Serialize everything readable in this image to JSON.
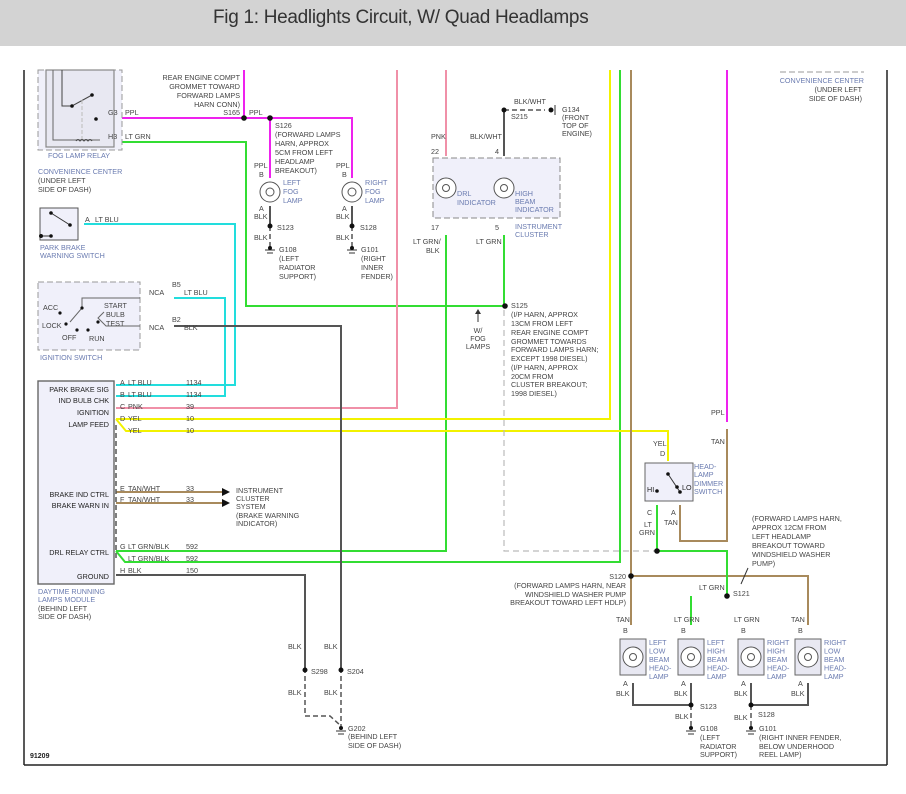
{
  "header": {
    "title": "Fig 1: Headlights Circuit, W/ Quad Headlamps"
  },
  "colors": {
    "ppl": "#ee22ee",
    "lt_grn": "#33dd33",
    "lt_blu": "#22dddd",
    "pnk": "#f090a8",
    "yel": "#f2f200",
    "tan": "#a88a5c",
    "blk": "#555555",
    "dash": "#aaaaaa",
    "component_fill": "#f0f0fa",
    "component_label": "#6a7bb0"
  },
  "fog_lamp_relay": {
    "name": "FOG LAMP RELAY",
    "location_name": "CONVENIENCE CENTER",
    "location": [
      "(UNDER LEFT",
      "SIDE OF DASH)"
    ],
    "pins": [
      {
        "pin": "G3",
        "wire": "PPL"
      },
      {
        "pin": "H3",
        "wire": "LT GRN"
      }
    ]
  },
  "convenience_center_right": {
    "name": "CONVENIENCE CENTER",
    "location": [
      "(UNDER LEFT",
      "SIDE OF DASH)"
    ]
  },
  "s165": {
    "id": "S165",
    "note": [
      "REAR ENGINE COMPT",
      "GROMMET TOWARD",
      "FORWARD LAMPS",
      "HARN CONN)"
    ],
    "wire": "PPL"
  },
  "s126": {
    "id": "S126",
    "note": [
      "(FORWARD LAMPS",
      "HARN, APPROX",
      "5CM FROM LEFT",
      "HEADLAMP",
      "BREAKOUT)"
    ]
  },
  "left_fog": {
    "name": [
      "LEFT",
      "FOG",
      "LAMP"
    ],
    "pin_top": "B",
    "wire_top": "PPL",
    "pin_bot": "A",
    "wire_bot": "BLK",
    "splice": "S123",
    "wire_gnd": "BLK",
    "ground": "G108",
    "ground_loc": [
      "(LEFT",
      "RADIATOR",
      "SUPPORT)"
    ]
  },
  "right_fog": {
    "name": [
      "RIGHT",
      "FOG",
      "LAMP"
    ],
    "pin_top": "B",
    "wire_top": "PPL",
    "pin_bot": "A",
    "wire_bot": "BLK",
    "splice": "S128",
    "wire_gnd": "BLK",
    "ground": "G101",
    "ground_loc": [
      "(RIGHT",
      "INNER",
      "FENDER)"
    ]
  },
  "park_brake_switch": {
    "name": [
      "PARK BRAKE",
      "WARNING SWITCH"
    ],
    "pin": "A",
    "wire": "LT BLU"
  },
  "ignition_switch": {
    "name": "IGNITION SWITCH",
    "positions": [
      "ACC",
      "LOCK",
      "OFF",
      "RUN",
      "START",
      "BULB",
      "TEST"
    ],
    "circuits": [
      {
        "label": "NCA",
        "pin": "B5",
        "wire": "LT BLU"
      },
      {
        "label": "NCA",
        "pin": "B2",
        "wire": "BLK"
      }
    ]
  },
  "instrument_cluster": {
    "name": [
      "INSTRUMENT",
      "CLUSTER"
    ],
    "drl": {
      "name": [
        "DRL",
        "INDICATOR"
      ],
      "pin_top": "22",
      "wire_top": "PNK",
      "pin_bot": "17",
      "wire_bot": [
        "LT GRN/",
        "BLK"
      ]
    },
    "high_beam": {
      "name": [
        "HIGH",
        "BEAM",
        "INDICATOR"
      ],
      "pin_top": "4",
      "wire_top": "BLK/WHT",
      "pin_bot": "5",
      "wire_bot": "LT GRN"
    }
  },
  "s215": {
    "id": "S215",
    "wire": "BLK/WHT",
    "ground": "G134",
    "ground_loc": [
      "(FRONT",
      "TOP OF",
      "ENGINE)"
    ]
  },
  "s125": {
    "id": "S125",
    "note": [
      "(I/P HARN, APPROX",
      "13CM FROM LEFT",
      "REAR ENGINE COMPT",
      "GROMMET TOWARDS",
      "FORWARD LAMPS HARN;",
      "EXCEPT 1998 DIESEL)",
      "(I/P HARN, APPROX",
      "20CM FROM",
      "CLUSTER BREAKOUT;",
      "1998 DIESEL)"
    ],
    "fog_note": [
      "W/",
      "FOG",
      "LAMPS"
    ]
  },
  "drl_module": {
    "name": [
      "DAYTIME RUNNING",
      "LAMPS MODULE"
    ],
    "location": [
      "(BEHIND LEFT",
      "SIDE OF DASH)"
    ],
    "pins": [
      {
        "label": "PARK BRAKE SIG",
        "pin": "A",
        "wire": "LT BLU",
        "circuit": "1134"
      },
      {
        "label": "IND BULB CHK",
        "pin": "B",
        "wire": "LT BLU",
        "circuit": "1134"
      },
      {
        "label": "IGNITION",
        "pin": "C",
        "wire": "PNK",
        "circuit": "39"
      },
      {
        "label": "LAMP FEED",
        "pin": "D",
        "wire": "YEL",
        "circuit": "10"
      },
      {
        "label": "",
        "pin": "",
        "wire": "YEL",
        "circuit": "10"
      },
      {
        "label": "BRAKE IND CTRL",
        "pin": "E",
        "wire": "TAN/WHT",
        "circuit": "33"
      },
      {
        "label": "BRAKE WARN IN",
        "pin": "F",
        "wire": "TAN/WHT",
        "circuit": "33"
      },
      {
        "label": "DRL RELAY CTRL",
        "pin": "G",
        "wire": "LT GRN/BLK",
        "circuit": "592"
      },
      {
        "label": "",
        "pin": "",
        "wire": "LT GRN/BLK",
        "circuit": "592"
      },
      {
        "label": "GROUND",
        "pin": "H",
        "wire": "BLK",
        "circuit": "150"
      }
    ]
  },
  "cluster_system_note": [
    "INSTRUMENT",
    "CLUSTER",
    "SYSTEM",
    "(BRAKE WARNING",
    "INDICATOR)"
  ],
  "dimmer": {
    "name": [
      "HEAD-",
      "LAMP",
      "DIMMER",
      "SWITCH"
    ],
    "pin_d": "D",
    "wire_d": "YEL",
    "hi": "HI",
    "lo": "LO",
    "pin_c": "C",
    "wire_c": [
      "LT",
      "GRN"
    ],
    "pin_a": "A",
    "wire_a": "TAN",
    "ppl": "PPL",
    "tan": "TAN"
  },
  "s121_note": [
    "(FORWARD LAMPS HARN,",
    "APPROX 12CM FROM",
    "LEFT HEADLAMP",
    "BREAKOUT TOWARD",
    "WINDSHIELD WASHER",
    "PUMP)"
  ],
  "s120": {
    "id": "S120",
    "note": [
      "(FORWARD LAMPS HARN, NEAR",
      "WINDSHIELD WASHER PUMP",
      "BREAKOUT TOWARD LEFT HDLP)"
    ]
  },
  "s121": {
    "id": "S121",
    "wire": "LT GRN"
  },
  "headlamps": [
    {
      "name": [
        "LEFT",
        "LOW",
        "BEAM",
        "HEAD-",
        "LAMP"
      ],
      "wire_top": "TAN",
      "pin_top": "B",
      "pin_bot": "A",
      "wire_bot": "BLK"
    },
    {
      "name": [
        "LEFT",
        "HIGH",
        "BEAM",
        "HEAD-",
        "LAMP"
      ],
      "wire_top": "LT GRN",
      "pin_top": "B",
      "pin_bot": "A",
      "wire_bot": "BLK"
    },
    {
      "name": [
        "RIGHT",
        "HIGH",
        "BEAM",
        "HEAD-",
        "LAMP"
      ],
      "wire_top": "LT GRN",
      "pin_top": "B",
      "pin_bot": "A",
      "wire_bot": "BLK"
    },
    {
      "name": [
        "RIGHT",
        "LOW",
        "BEAM",
        "HEAD-",
        "LAMP"
      ],
      "wire_top": "TAN",
      "pin_top": "B",
      "pin_bot": "A",
      "wire_bot": "BLK"
    }
  ],
  "hl_grounds": {
    "left": {
      "splice": "S123",
      "wire": "BLK",
      "ground": "G108",
      "loc": [
        "(LEFT",
        "RADIATOR",
        "SUPPORT)"
      ]
    },
    "right": {
      "splice": "S128",
      "wire": "BLK",
      "ground": "G101",
      "loc": [
        "(RIGHT INNER FENDER,",
        "BELOW UNDERHOOD",
        "REEL LAMP)"
      ]
    }
  },
  "dash_ground": {
    "s298": "S298",
    "s204": "S204",
    "wire": "BLK",
    "ground": "G202",
    "loc": [
      "(BEHIND LEFT",
      "SIDE OF DASH)"
    ]
  },
  "figure_id": "91209"
}
